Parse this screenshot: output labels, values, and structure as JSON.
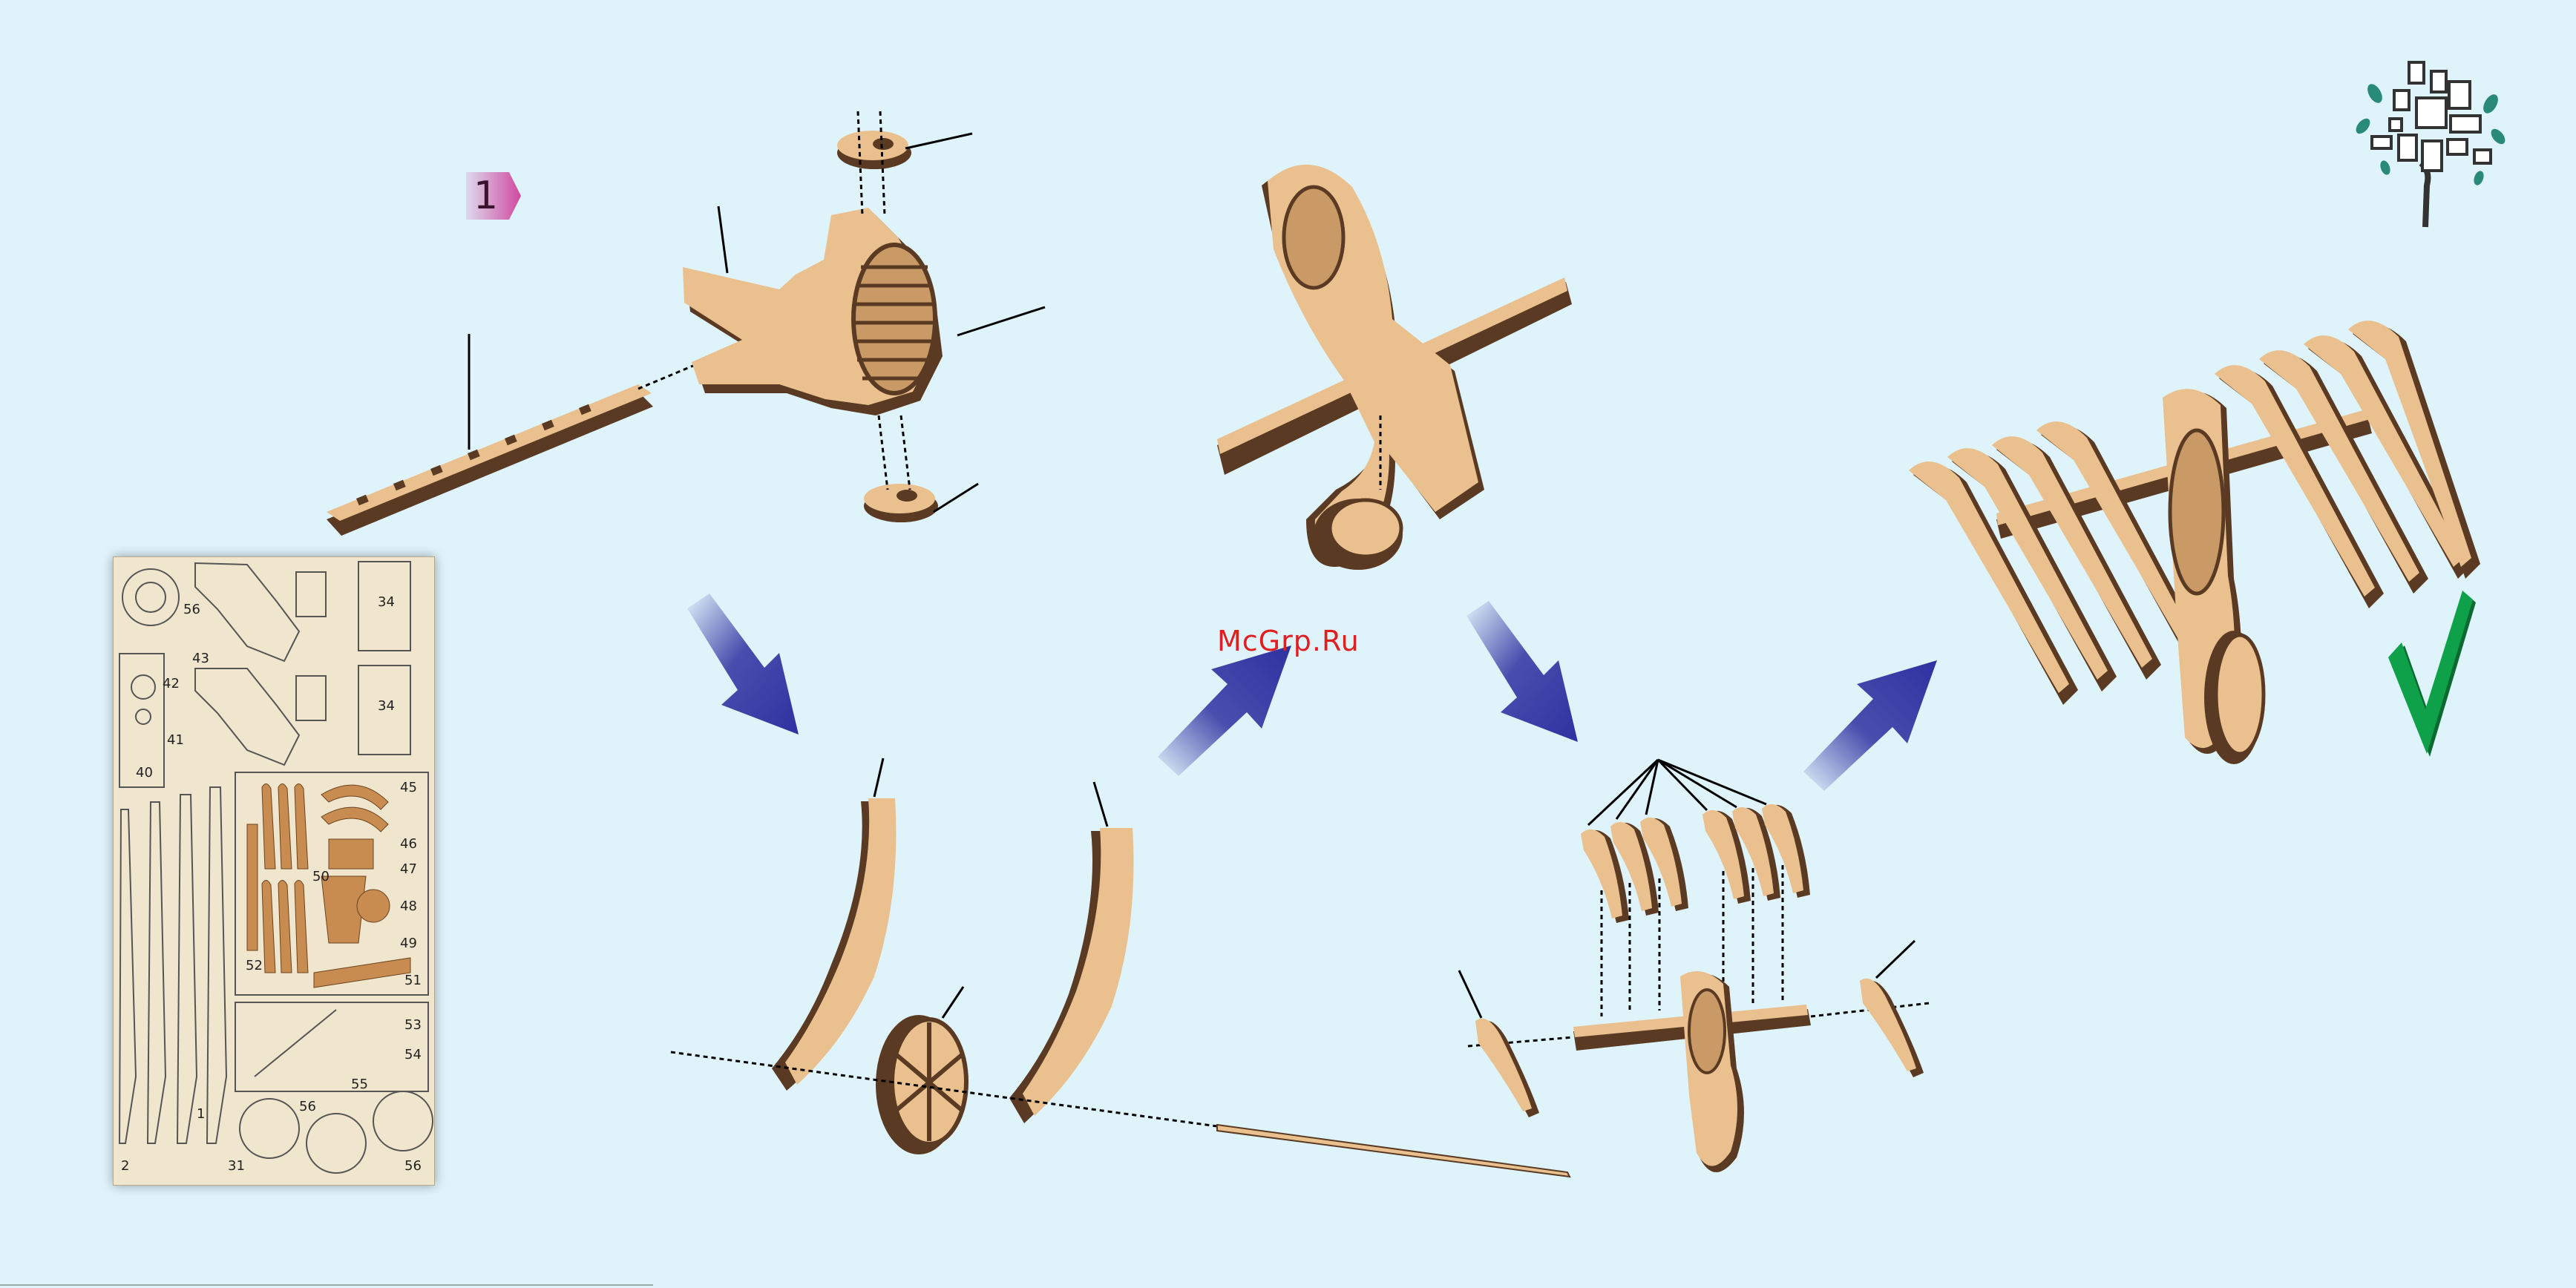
{
  "watermark": "McGrp.Ru",
  "step": {
    "number": "1"
  },
  "sheet_labels": [
    "34",
    "34",
    "56",
    "43",
    "42",
    "41",
    "40",
    "45",
    "46",
    "47",
    "48",
    "49",
    "50",
    "51",
    "52",
    "53",
    "54",
    "55",
    "56",
    "56",
    "31",
    "1",
    "2"
  ],
  "colors": {
    "background": "#dff3fb",
    "wood_light": "#e9c08e",
    "wood_dark": "#5a3a22",
    "arrow": "#2e31a0",
    "check": "#0fa04a",
    "badge": "#d04aa0",
    "watermark": "#e02020"
  },
  "icons": [
    "logo-tree-icon",
    "checkmark-icon",
    "arrow-icon"
  ]
}
